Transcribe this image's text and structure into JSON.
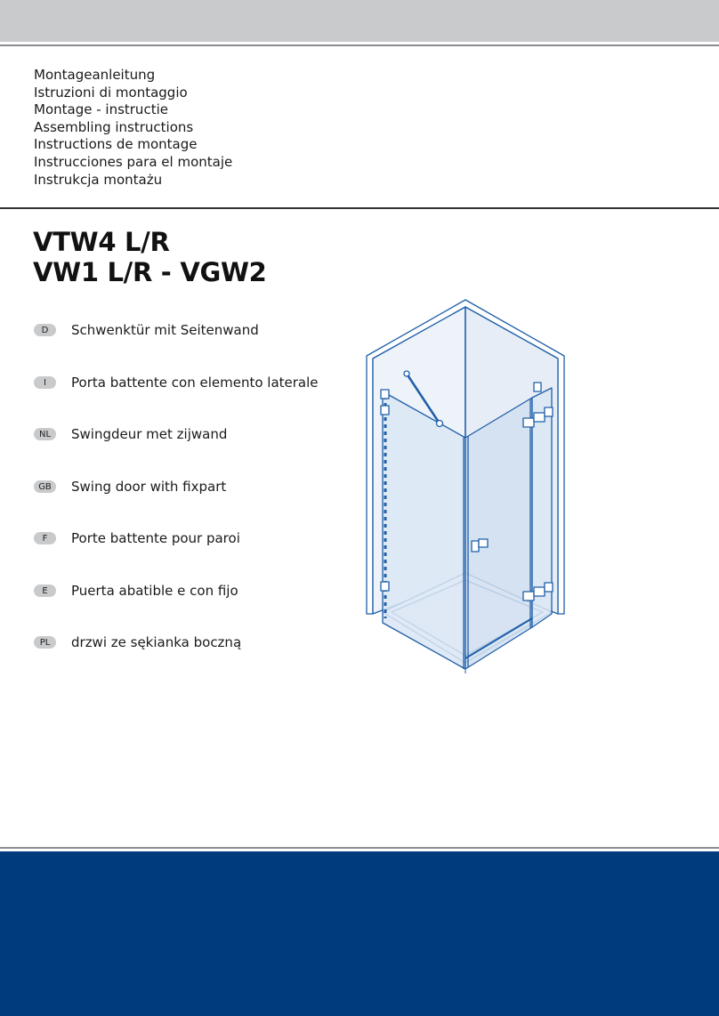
{
  "intro_titles": [
    "Montageanleitung",
    "Istruzioni di montaggio",
    "Montage - instructie",
    "Assembling instructions",
    "Instructions de montage",
    "Instrucciones para el montaje",
    "Instrukcja montażu"
  ],
  "models": {
    "line1": "VTW4 L/R",
    "line2": "VW1 L/R - VGW2"
  },
  "languages": [
    {
      "code": "D",
      "text": "Schwenktür mit Seitenwand"
    },
    {
      "code": "I",
      "text": "Porta battente con elemento laterale"
    },
    {
      "code": "NL",
      "text": "Swingdeur met zijwand"
    },
    {
      "code": "GB",
      "text": "Swing door with fixpart"
    },
    {
      "code": "F",
      "text": "Porte battente pour paroi"
    },
    {
      "code": "E",
      "text": "Puerta abatible e con fijo"
    },
    {
      "code": "PL",
      "text": "drzwi ze sękianka boczną"
    }
  ],
  "colors": {
    "band_grey": "#c9cacc",
    "footer_blue": "#003b7e",
    "line_blue": "#1f5fa8"
  }
}
